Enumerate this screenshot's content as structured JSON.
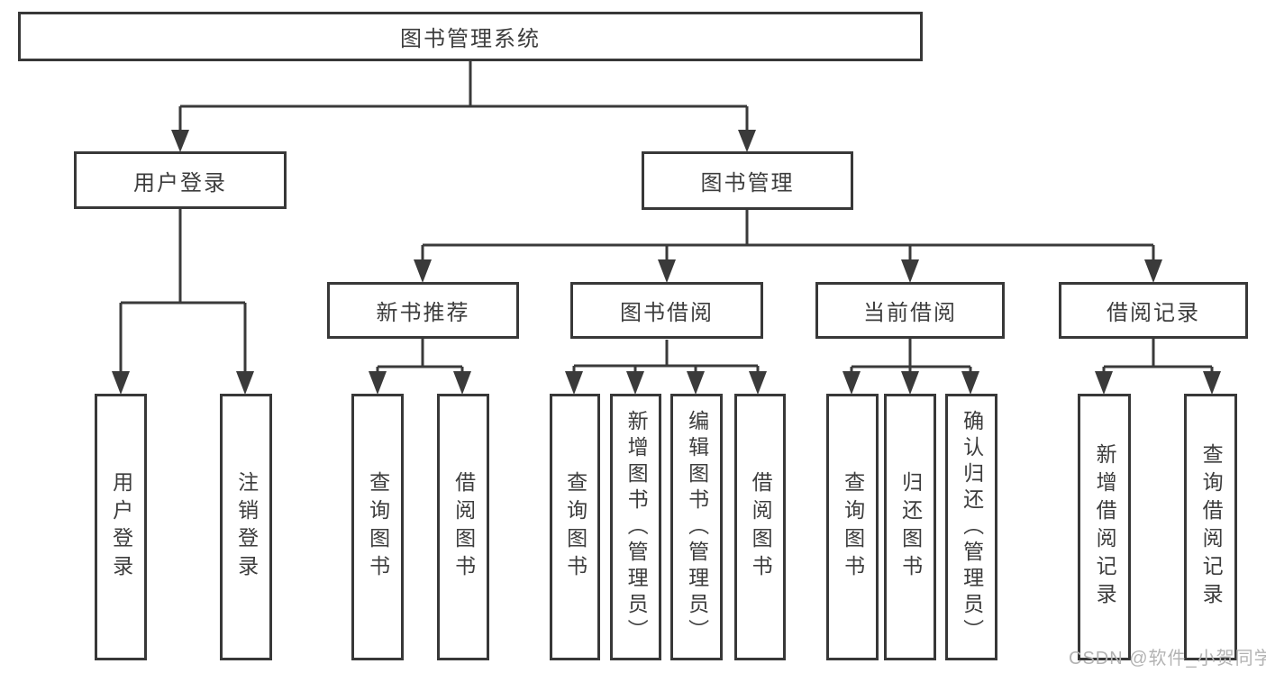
{
  "diagram_title": "图书管理系统",
  "colors": {
    "line": "#3a3a3a",
    "text": "#3d3d3d",
    "watermark": "#b3b3b3",
    "background": "#ffffff"
  },
  "nodes": {
    "root": "图书管理系统",
    "level2": [
      "用户登录",
      "图书管理"
    ],
    "level3": [
      "新书推荐",
      "图书借阅",
      "当前借阅",
      "借阅记录"
    ],
    "leaves_user": [
      "用户登录",
      "注销登录"
    ],
    "leaves_new_books": [
      "查询图书",
      "借阅图书"
    ],
    "leaves_borrow": [
      "查询图书",
      "新增图书（管理员）",
      "编辑图书（管理员）",
      "借阅图书"
    ],
    "leaves_current": [
      "查询图书",
      "归还图书",
      "确认归还（管理员）"
    ],
    "leaves_records": [
      "新增借阅记录",
      "查询借阅记录"
    ]
  },
  "watermark": "CSDN @软件_小贺同学"
}
